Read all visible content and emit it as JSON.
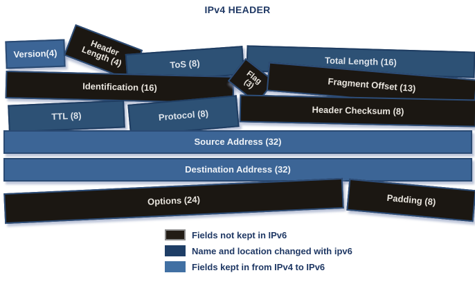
{
  "title": "IPv4 HEADER",
  "colors": {
    "title_text": "#1f3864",
    "black_box_fill": "#1b1712",
    "black_box_border": "#2d4d78",
    "navy_box_fill": "#2d5175",
    "light_box_fill": "#3c6596",
    "box_text_on_black": "#e8e4dd",
    "box_text_on_blue": "#eef2f7",
    "legend_text": "#1f3864"
  },
  "fields": [
    {
      "id": "version",
      "label": "Version(4)",
      "category": "kept"
    },
    {
      "id": "header-length",
      "line1": "Header",
      "line2": "Length (4)",
      "category": "not_kept"
    },
    {
      "id": "tos",
      "label": "ToS (8)",
      "category": "name_location_changed"
    },
    {
      "id": "total-length",
      "label": "Total Length (16)",
      "category": "name_location_changed"
    },
    {
      "id": "identification",
      "label": "Identification (16)",
      "category": "not_kept"
    },
    {
      "id": "flag",
      "line1": "Flag",
      "line2": "(3)",
      "category": "not_kept"
    },
    {
      "id": "fragment-offset",
      "label": "Fragment Offset (13)",
      "category": "not_kept"
    },
    {
      "id": "ttl",
      "label": "TTL (8)",
      "category": "name_location_changed"
    },
    {
      "id": "protocol",
      "label": "Protocol (8)",
      "category": "name_location_changed"
    },
    {
      "id": "header-checksum",
      "label": "Header Checksum (8)",
      "category": "not_kept"
    },
    {
      "id": "source-address",
      "label": "Source Address (32)",
      "category": "kept"
    },
    {
      "id": "destination-address",
      "label": "Destination Address (32)",
      "category": "kept"
    },
    {
      "id": "options",
      "label": "Options (24)",
      "category": "not_kept"
    },
    {
      "id": "padding",
      "label": "Padding (8)",
      "category": "not_kept"
    }
  ],
  "legend": {
    "items": [
      {
        "label": "Fields not kept in IPv6",
        "swatch_color": "#221c15"
      },
      {
        "label": "Name and location changed with ipv6",
        "swatch_color": "#1e3e66"
      },
      {
        "label": "Fields kept in from IPv4 to IPv6",
        "swatch_color": "#4170a3"
      }
    ]
  }
}
